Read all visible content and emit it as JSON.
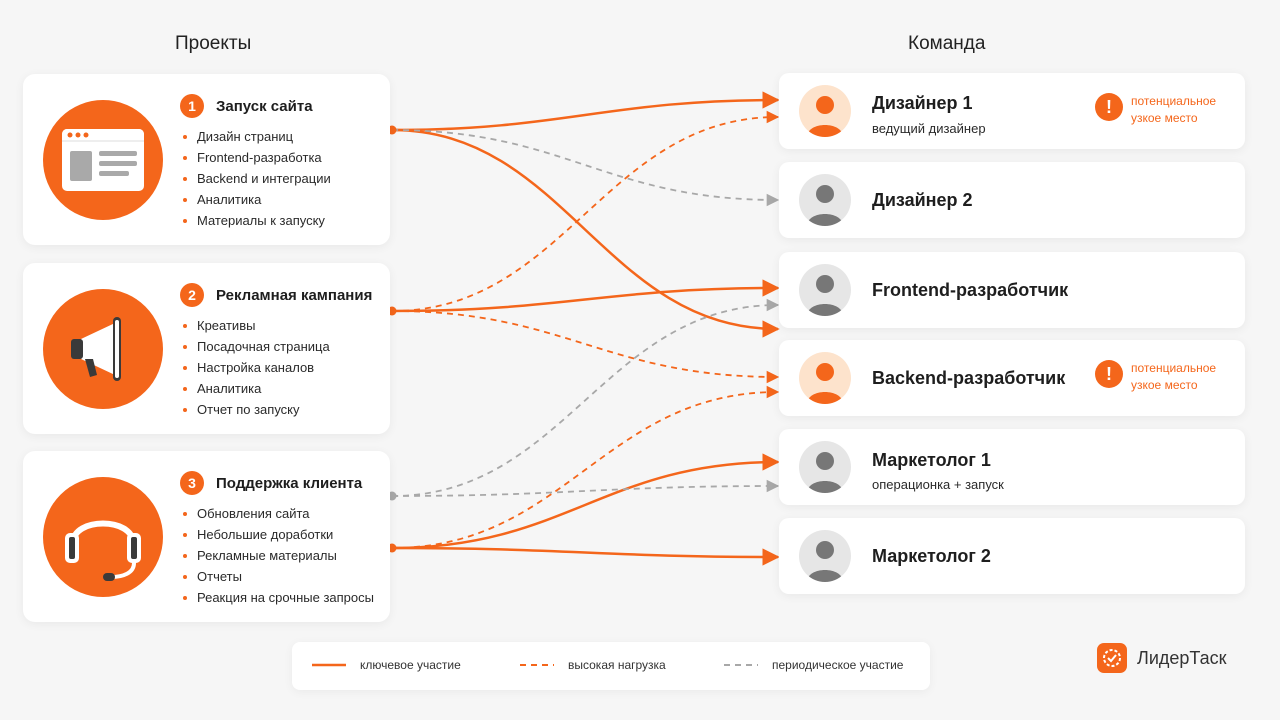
{
  "headers": {
    "projects": "Проекты",
    "team": "Команда"
  },
  "projects": [
    {
      "num": "1",
      "title": "Запуск сайта",
      "icon": "browser-icon",
      "tasks": [
        "Дизайн страниц",
        "Frontend-разработка",
        "Backend и интеграции",
        "Аналитика",
        "Материалы к запуску"
      ]
    },
    {
      "num": "2",
      "title": "Рекламная кампания",
      "icon": "megaphone-icon",
      "tasks": [
        "Креативы",
        "Посадочная страница",
        "Настройка каналов",
        "Аналитика",
        "Отчет по запуску"
      ]
    },
    {
      "num": "3",
      "title": "Поддержка клиента",
      "icon": "headset-icon",
      "tasks": [
        "Обновления сайта",
        "Небольшие доработки",
        "Рекламные материалы",
        "Отчеты",
        "Реакция на срочные запросы"
      ]
    }
  ],
  "team": [
    {
      "name": "Дизайнер 1",
      "subtitle": "ведущий дизайнер",
      "warning": "потенциальное узкое место",
      "highlight": true
    },
    {
      "name": "Дизайнер 2",
      "subtitle": "",
      "warning": "",
      "highlight": false
    },
    {
      "name": "Frontend-разработчик",
      "subtitle": "",
      "warning": "",
      "highlight": false
    },
    {
      "name": "Backend-разработчик",
      "subtitle": "",
      "warning": "потенциальное узкое место",
      "highlight": true
    },
    {
      "name": "Маркетолог 1",
      "subtitle": "операционка + запуск",
      "warning": "",
      "highlight": false
    },
    {
      "name": "Маркетолог 2",
      "subtitle": "",
      "warning": "",
      "highlight": false
    }
  ],
  "links": [
    {
      "from": 1,
      "to": "Дизайнер 1",
      "type": "key"
    },
    {
      "from": 1,
      "to": "Backend-разработчик",
      "type": "key"
    },
    {
      "from": 1,
      "to": "Дизайнер 2",
      "type": "periodic"
    },
    {
      "from": 2,
      "to": "Frontend-разработчик",
      "type": "key"
    },
    {
      "from": 2,
      "to": "Дизайнер 1",
      "type": "high"
    },
    {
      "from": 2,
      "to": "Backend-разработчик",
      "type": "high"
    },
    {
      "from": 3,
      "to": "Маркетолог 1",
      "type": "key"
    },
    {
      "from": 3,
      "to": "Маркетолог 2",
      "type": "key"
    },
    {
      "from": 3,
      "to": "Backend-разработчик",
      "type": "high"
    },
    {
      "from": 3,
      "to": "Frontend-разработчик",
      "type": "periodic"
    },
    {
      "from": 3,
      "to": "Маркетолог 1",
      "type": "periodic"
    }
  ],
  "legend": [
    {
      "label": "ключевое участие",
      "type": "key"
    },
    {
      "label": "высокая нагрузка",
      "type": "high"
    },
    {
      "label": "периодическое участие",
      "type": "periodic"
    }
  ],
  "colors": {
    "accent": "#f4661b",
    "periodic": "#a8a8a8",
    "warning_text": "#f4661b"
  },
  "brand": {
    "name": "ЛидерТаск",
    "icon": "clock-check-icon"
  }
}
